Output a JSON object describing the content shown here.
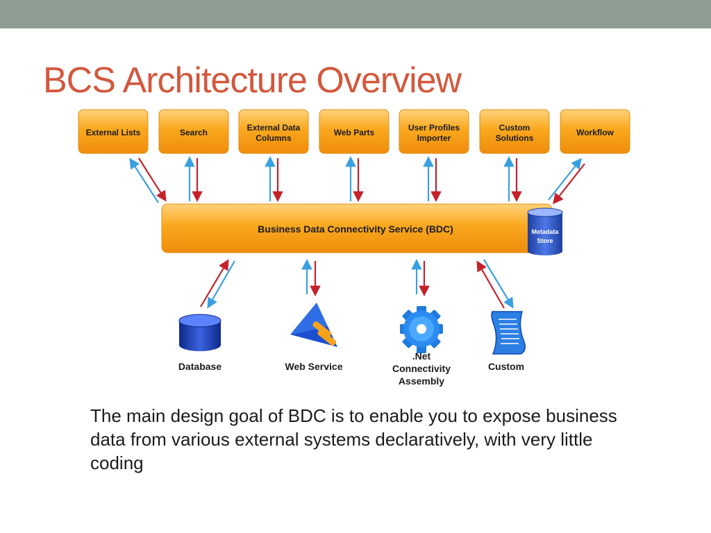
{
  "slide": {
    "title": "BCS Architecture Overview",
    "body": "The main design goal of BDC is to enable you to expose business data from various external systems declaratively, with very little coding"
  },
  "diagram": {
    "apps": [
      {
        "lines": [
          "External Lists"
        ]
      },
      {
        "lines": [
          "Search"
        ]
      },
      {
        "lines": [
          "External Data",
          "Columns"
        ]
      },
      {
        "lines": [
          "Web Parts"
        ]
      },
      {
        "lines": [
          "User Profiles",
          "Importer"
        ]
      },
      {
        "lines": [
          "Custom",
          "Solutions"
        ]
      },
      {
        "lines": [
          "Workflow"
        ]
      }
    ],
    "bdc_label": "Business Data Connectivity Service (BDC)",
    "metadata_store": [
      "Metadata",
      "Store"
    ],
    "sources": [
      {
        "lines": [
          "Database"
        ],
        "icon": "database-icon"
      },
      {
        "lines": [
          "Web Service"
        ],
        "icon": "web-service-icon"
      },
      {
        "lines": [
          ".Net",
          "Connectivity",
          "Assembly"
        ],
        "icon": "gear-icon"
      },
      {
        "lines": [
          "Custom"
        ],
        "icon": "scroll-icon"
      }
    ]
  },
  "colors": {
    "title": "#d2583d",
    "top_bar": "#909d95",
    "box_orange": "#f7a019",
    "box_border": "#e08e10",
    "arrow_blue": "#3aa0e0",
    "arrow_red": "#c4222b",
    "icon_blue": "#1f44b8"
  }
}
